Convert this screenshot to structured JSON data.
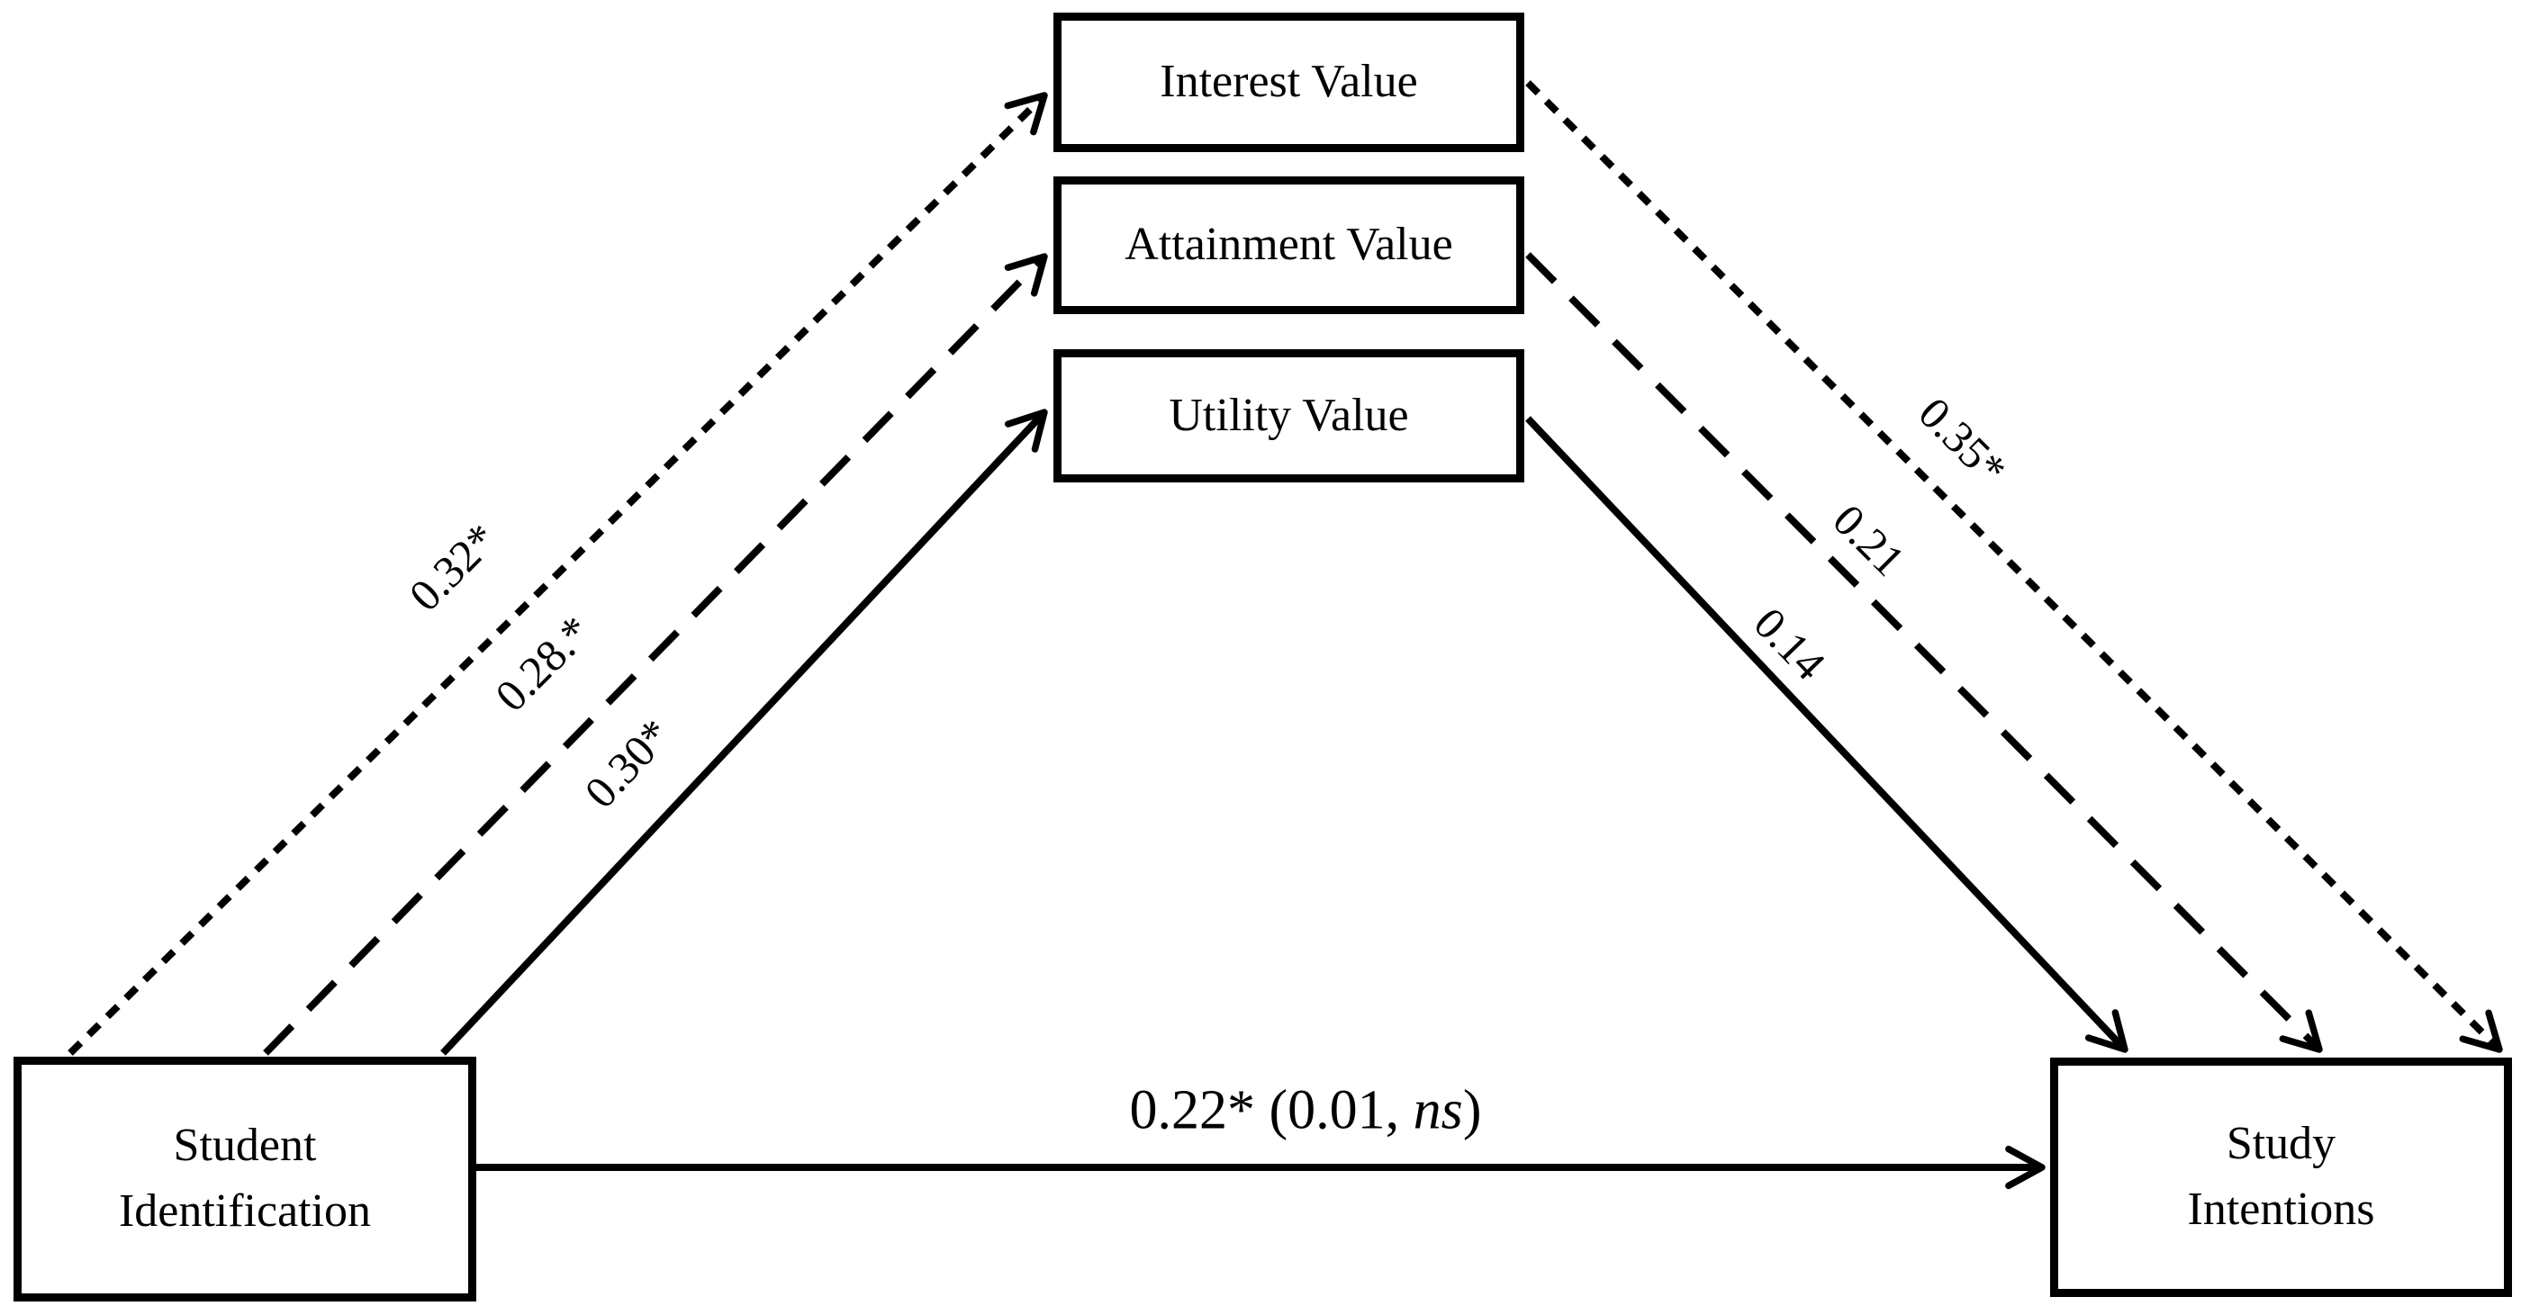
{
  "diagram": {
    "background": "#ffffff",
    "line_color": "#000000",
    "text_color": "#000000",
    "nodes": {
      "student": {
        "line1": "Student",
        "line2": "Identification"
      },
      "interest": {
        "label": "Interest Value"
      },
      "attainment": {
        "label": "Attainment Value"
      },
      "utility": {
        "label": "Utility Value"
      },
      "study": {
        "line1": "Study",
        "line2": "Intentions"
      }
    },
    "paths": {
      "student_interest": {
        "label": "0.32*",
        "line_style": "dotted"
      },
      "student_attainment": {
        "label": "0.28.*",
        "line_style": "dashed"
      },
      "student_utility": {
        "label": "0.30*",
        "line_style": "solid"
      },
      "interest_study": {
        "label": "0.35*",
        "line_style": "dotted"
      },
      "attainment_study": {
        "label": "0.21",
        "line_style": "dashed"
      },
      "utility_study": {
        "label": "0.14",
        "line_style": "solid"
      },
      "student_study": {
        "label_prefix": "0.22* (0.01, ",
        "label_italic": "ns",
        "label_suffix": ")",
        "line_style": "solid"
      }
    }
  }
}
